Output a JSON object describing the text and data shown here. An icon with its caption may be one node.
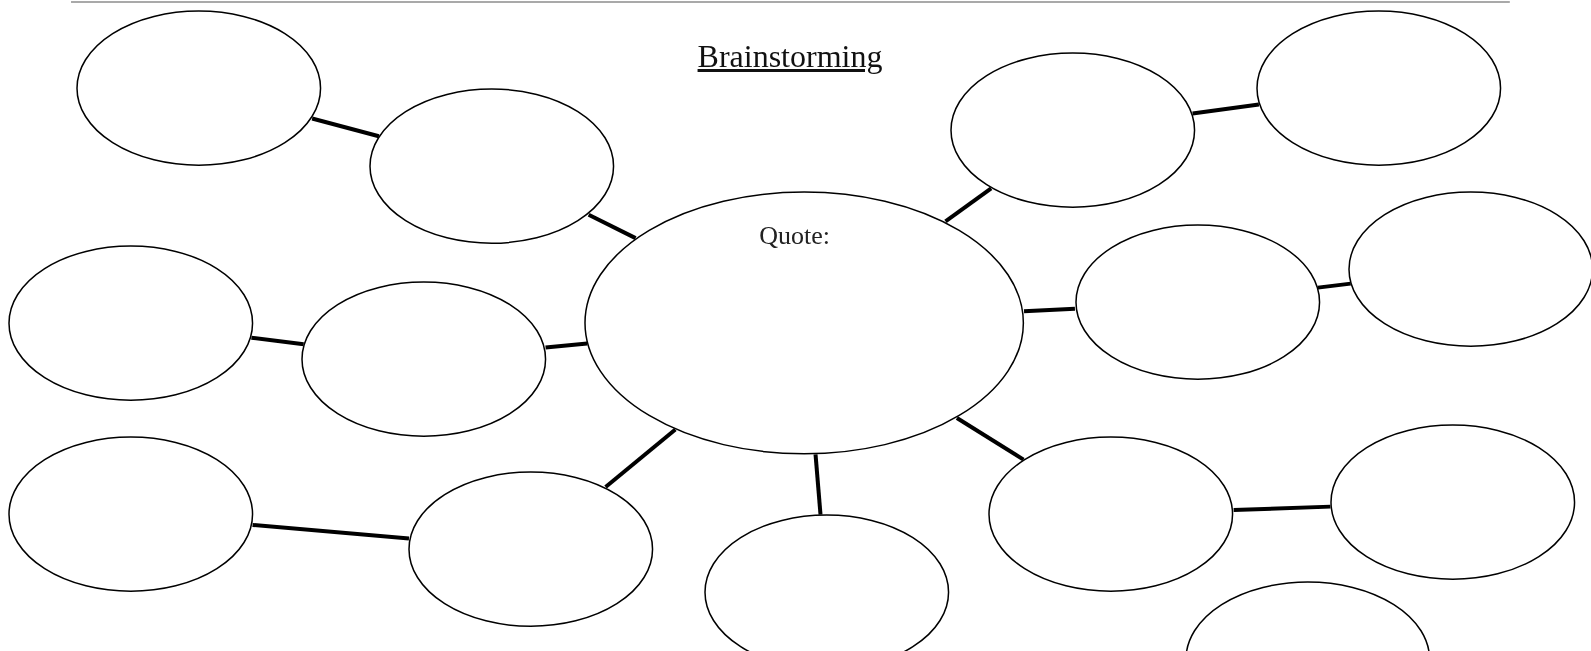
{
  "diagram": {
    "title": "Brainstorming",
    "nodes": [
      {
        "text": [],
        "shape": "circle"
      },
      {
        "text": [],
        "shape": "circle"
      },
      {
        "text": [],
        "shape": "circle"
      },
      {
        "text": [],
        "shape": "circle"
      },
      {
        "text": [],
        "shape": "circle"
      },
      {
        "text": [],
        "shape": "circle"
      },
      {
        "text": [],
        "shape": "circle"
      },
      {
        "text": [
          "Quote:"
        ]
      },
      {
        "text": [],
        "shape": "circle"
      },
      {
        "text": [],
        "shape": "circle"
      },
      {
        "text": [],
        "shape": "circle"
      },
      {
        "text": [],
        "shape": "circle"
      },
      {
        "text": [],
        "shape": "circle"
      },
      {
        "text": [],
        "shape": "circle"
      },
      {
        "text": [],
        "shape": "circle"
      }
    ],
    "edges": [
      {
        "from": 0,
        "to": 1,
        "arrow": "none"
      },
      {
        "from": 1,
        "to": 7,
        "arrow": "none"
      },
      {
        "from": 2,
        "to": 3,
        "arrow": "none"
      },
      {
        "from": 3,
        "to": 7,
        "arrow": "none"
      },
      {
        "from": 4,
        "to": 5,
        "arrow": "none"
      },
      {
        "from": 5,
        "to": 7,
        "arrow": "none"
      },
      {
        "from": 6,
        "to": 7,
        "arrow": "none"
      },
      {
        "from": 7,
        "to": 8,
        "arrow": "none"
      },
      {
        "from": 8,
        "to": 9,
        "arrow": "none"
      },
      {
        "from": 7,
        "to": 10,
        "arrow": "none"
      },
      {
        "from": 10,
        "to": 11,
        "arrow": "none"
      },
      {
        "from": 7,
        "to": 12,
        "arrow": "none"
      },
      {
        "from": 12,
        "to": 13,
        "arrow": "none"
      }
    ]
  }
}
